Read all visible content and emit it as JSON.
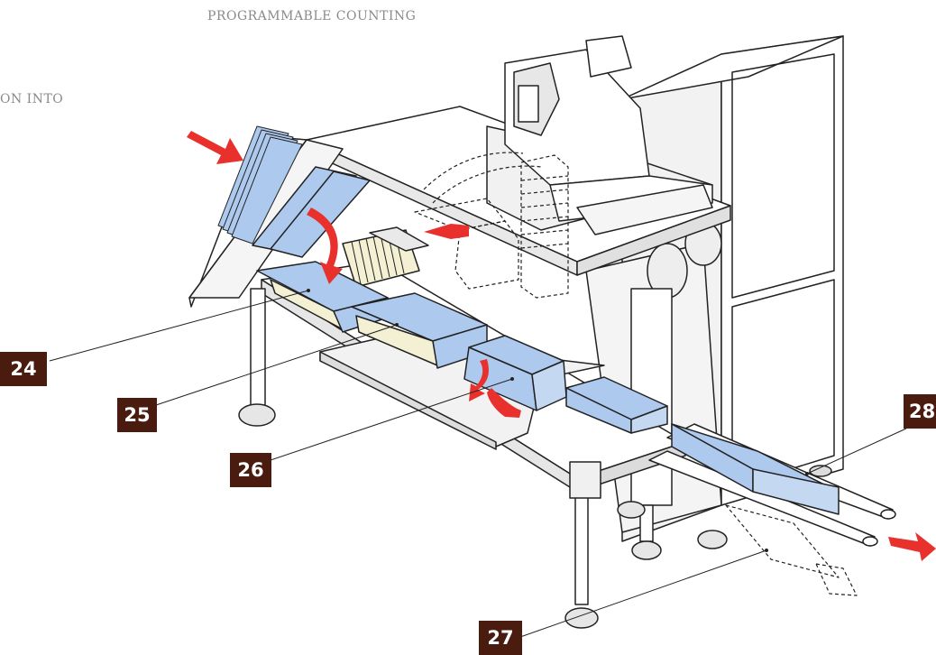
{
  "captions": {
    "top": "PROGRAMMABLE COUNTING",
    "left": "ON INTO"
  },
  "callouts": [
    "24",
    "25",
    "26",
    "27",
    "28"
  ],
  "colors": {
    "panel_blue": "#aec9ee",
    "arrow_red": "#e8302c",
    "badge_bg": "#4a1c10",
    "line": "#222222"
  }
}
